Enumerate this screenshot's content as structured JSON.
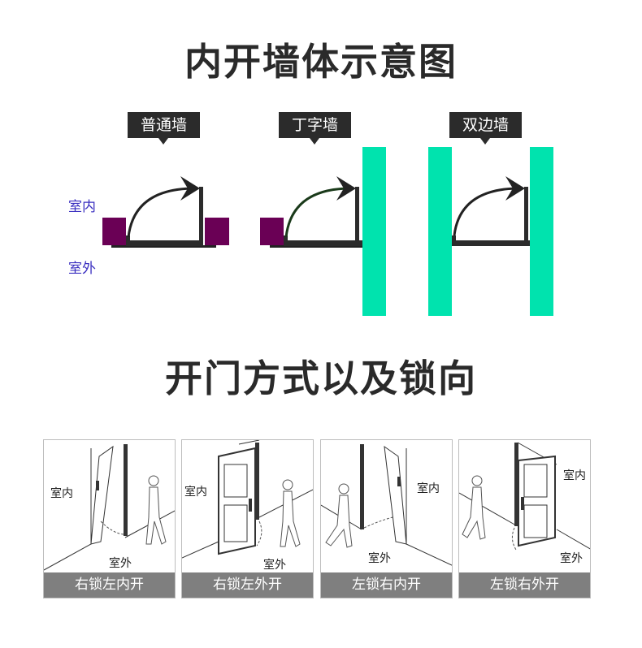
{
  "title_top": "内开墙体示意图",
  "title_bottom": "开门方式以及锁向",
  "wall_types": [
    {
      "label": "普通墙"
    },
    {
      "label": "丁字墙"
    },
    {
      "label": "双边墙"
    }
  ],
  "side_labels": {
    "indoor": "室内",
    "outdoor": "室外"
  },
  "colors": {
    "wall_green": "#00e3ae",
    "pillar_purple": "#6a0055",
    "side_text": "#3a2fc0",
    "tag_bg": "#2b2b2b",
    "bar_gray": "#7f7f7f"
  },
  "panels": [
    {
      "indoor": "室内",
      "outdoor": "室外",
      "caption": "右锁左内开"
    },
    {
      "indoor": "室内",
      "outdoor": "室外",
      "caption": "右锁左外开"
    },
    {
      "indoor": "室内",
      "outdoor": "室外",
      "caption": "左锁右内开"
    },
    {
      "indoor": "室内",
      "outdoor": "室外",
      "caption": "左锁右外开"
    }
  ]
}
